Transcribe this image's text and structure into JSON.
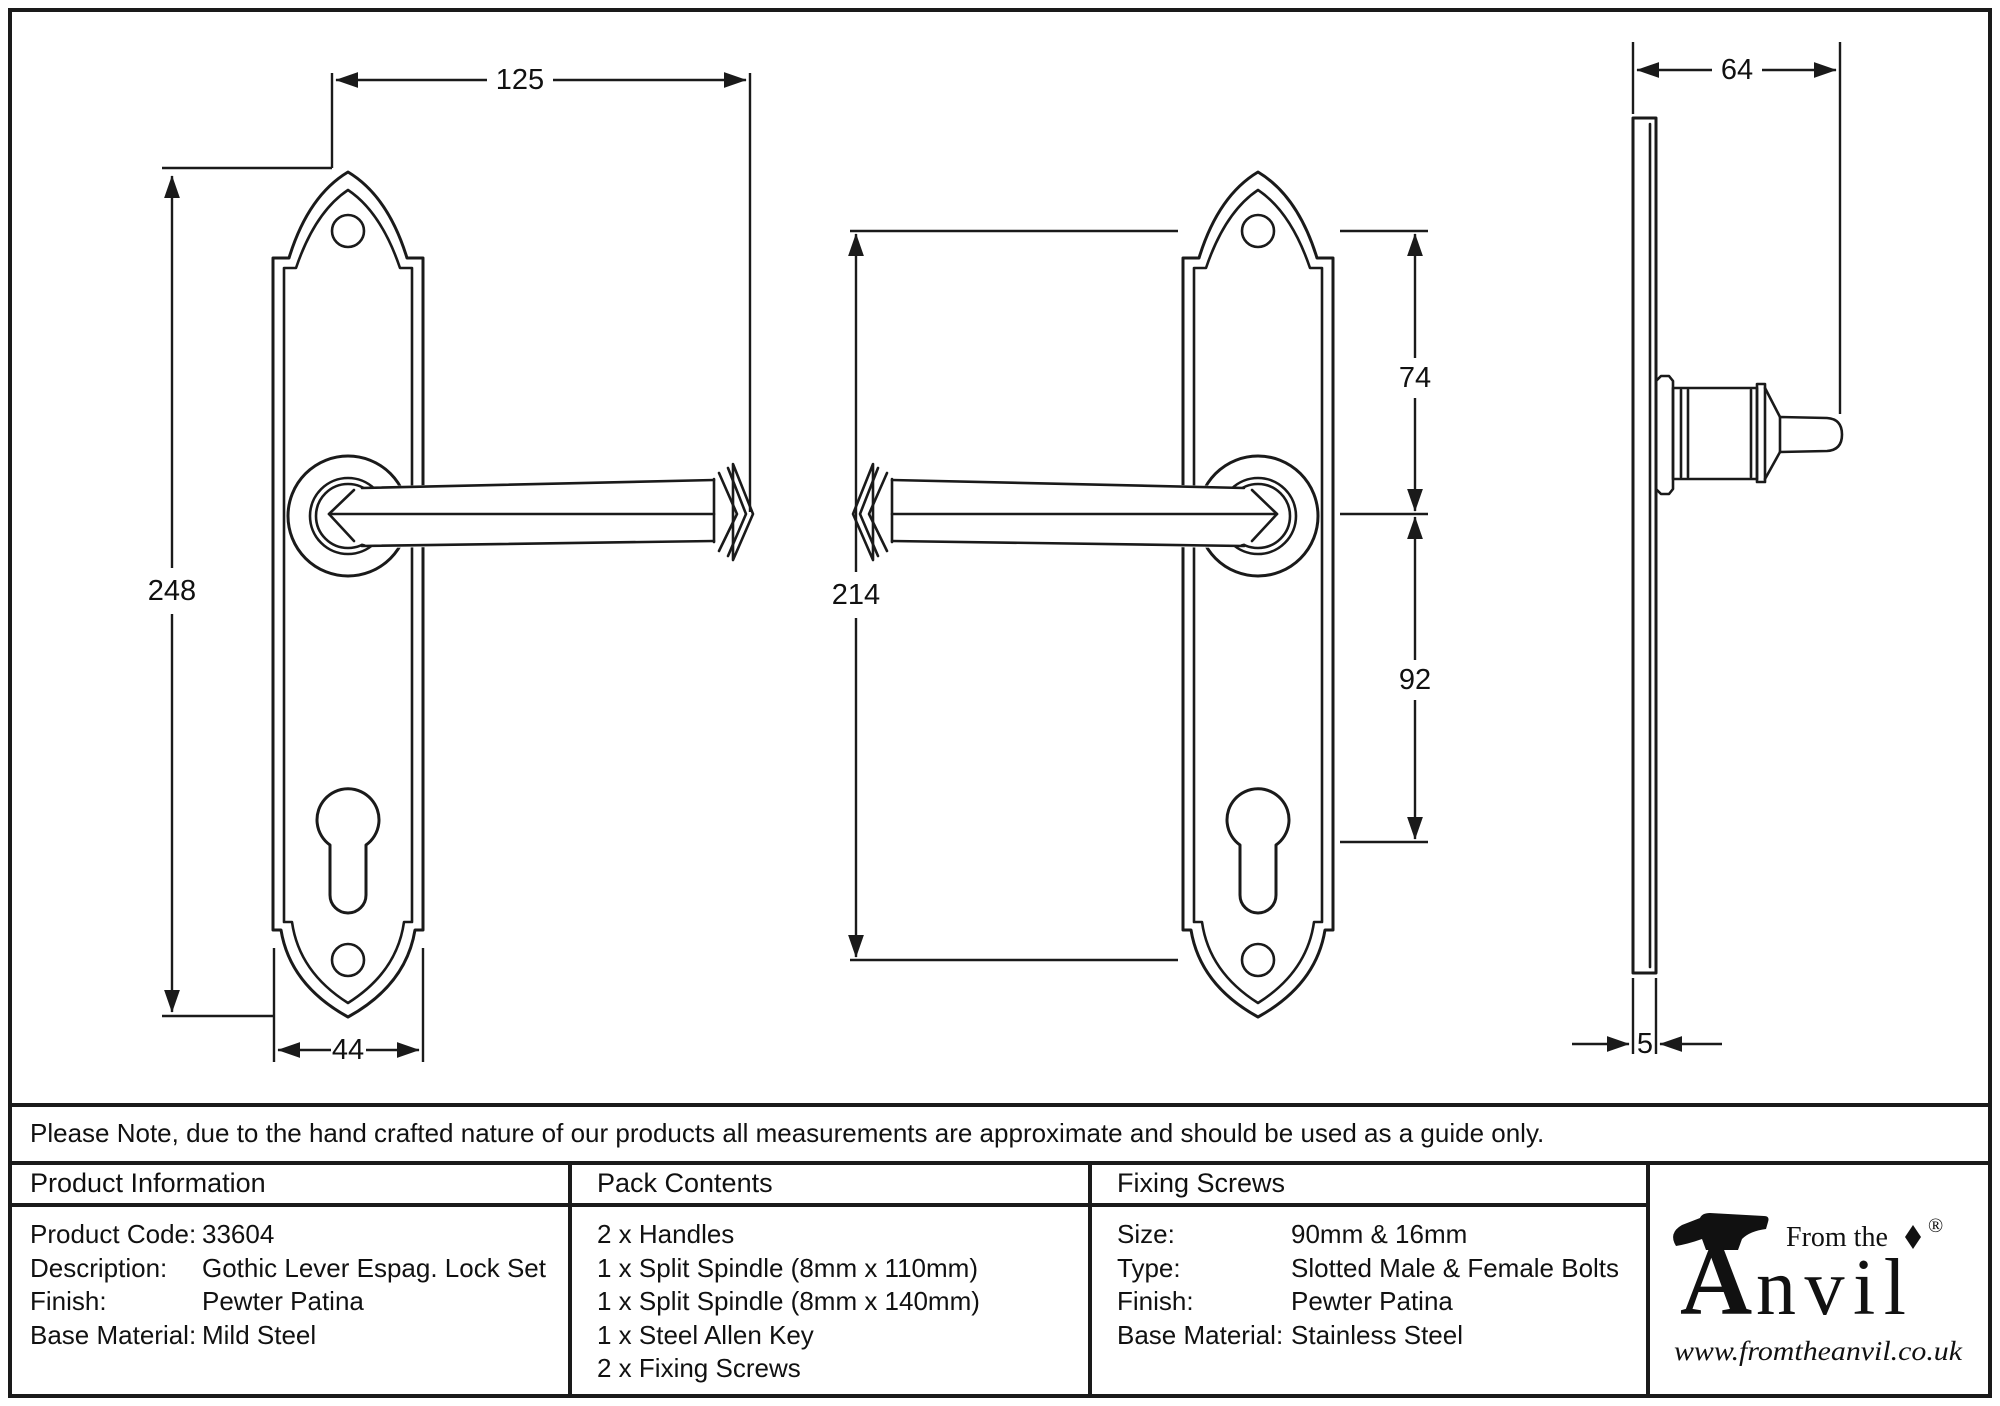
{
  "drawing": {
    "dimensions": {
      "front_width": "125",
      "front_height": "248",
      "plate_width": "44",
      "mid_height": "214",
      "top_to_lever": "74",
      "lever_to_keyhole": "92",
      "side_depth": "64",
      "plate_thickness": "5"
    }
  },
  "note": "Please Note, due to the hand crafted nature of our products all measurements are approximate and should be used as a guide only.",
  "product_information": {
    "title": "Product Information",
    "rows": [
      {
        "label": "Product Code:",
        "value": "33604"
      },
      {
        "label": "Description:",
        "value": "Gothic Lever Espag. Lock Set"
      },
      {
        "label": "Finish:",
        "value": "Pewter Patina"
      },
      {
        "label": "Base Material:",
        "value": "Mild Steel"
      }
    ]
  },
  "pack_contents": {
    "title": "Pack Contents",
    "items": [
      "2 x Handles",
      "1 x Split Spindle (8mm x 110mm)",
      "1 x Split Spindle (8mm x 140mm)",
      "1 x Steel Allen Key",
      "2 x Fixing Screws"
    ]
  },
  "fixing_screws": {
    "title": "Fixing Screws",
    "rows": [
      {
        "label": "Size:",
        "value": "90mm & 16mm"
      },
      {
        "label": "Type:",
        "value": "Slotted Male & Female Bolts"
      },
      {
        "label": "Finish:",
        "value": "Pewter Patina"
      },
      {
        "label": "Base Material:",
        "value": "Stainless Steel"
      }
    ]
  },
  "brand": {
    "prefix": "From the",
    "name_a": "A",
    "name_rest": "nvil",
    "registered": "®",
    "website": "www.fromtheanvil.co.uk"
  }
}
